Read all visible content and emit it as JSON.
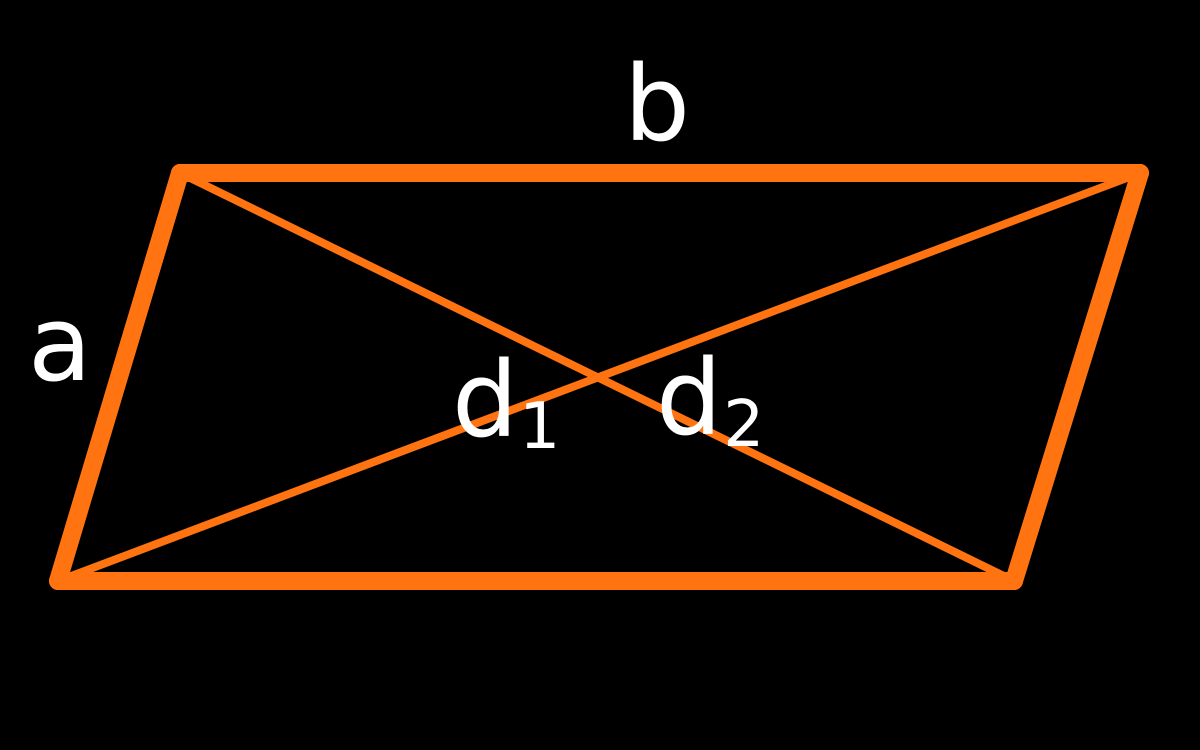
{
  "figure": {
    "shape": "parallelogram",
    "stroke_color": "#FF7411",
    "background_color": "#000000",
    "label_color": "#FFFFFF"
  },
  "labels": {
    "side_b": "b",
    "side_a": "a",
    "diagonal_1_base": "d",
    "diagonal_1_sub": "1",
    "diagonal_2_base": "d",
    "diagonal_2_sub": "2"
  }
}
